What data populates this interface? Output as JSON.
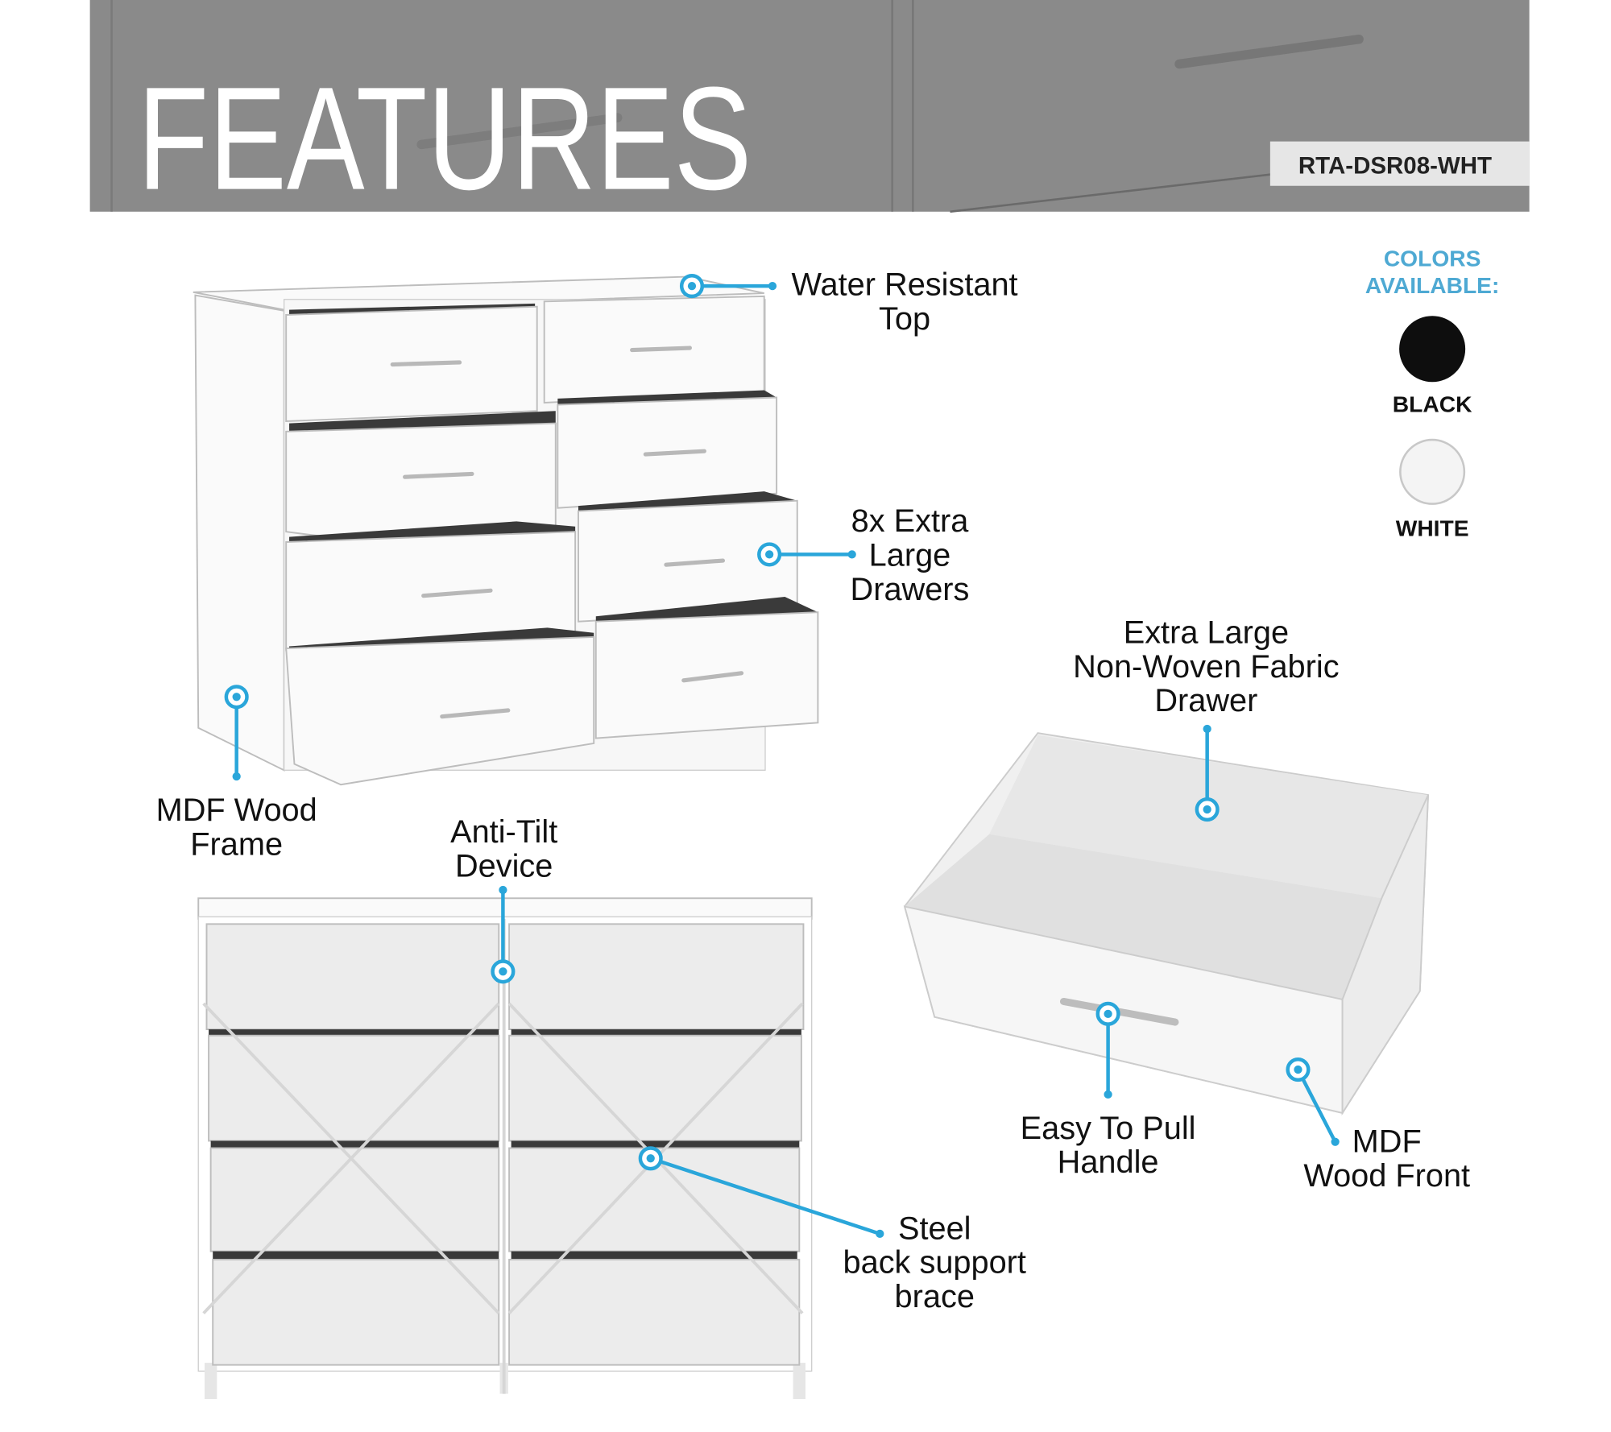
{
  "header": {
    "title": "FEATURES",
    "model_code": "RTA-DSR08-WHT"
  },
  "colors_available": {
    "heading_line1": "COLORS",
    "heading_line2": "AVAILABLE:",
    "heading_color": "#4ea9d3",
    "options": [
      {
        "label": "BLACK",
        "swatch": "#0e0e0e"
      },
      {
        "label": "WHITE",
        "swatch": "#f4f4f4"
      }
    ]
  },
  "accent_color": "#2aa6da",
  "callouts": {
    "water_top": [
      "Water Resistant",
      "Top"
    ],
    "drawers": [
      "8x Extra",
      "Large",
      "Drawers"
    ],
    "mdf_frame": [
      "MDF Wood",
      "Frame"
    ],
    "anti_tilt": [
      "Anti-Tilt",
      "Device"
    ],
    "steel_brace": [
      "Steel",
      "back support",
      "brace"
    ],
    "fabric_drawer": [
      "Extra Large",
      "Non-Woven Fabric",
      "Drawer"
    ],
    "pull_handle": [
      "Easy To Pull",
      "Handle"
    ],
    "mdf_front": [
      "MDF",
      "Wood Front"
    ]
  }
}
